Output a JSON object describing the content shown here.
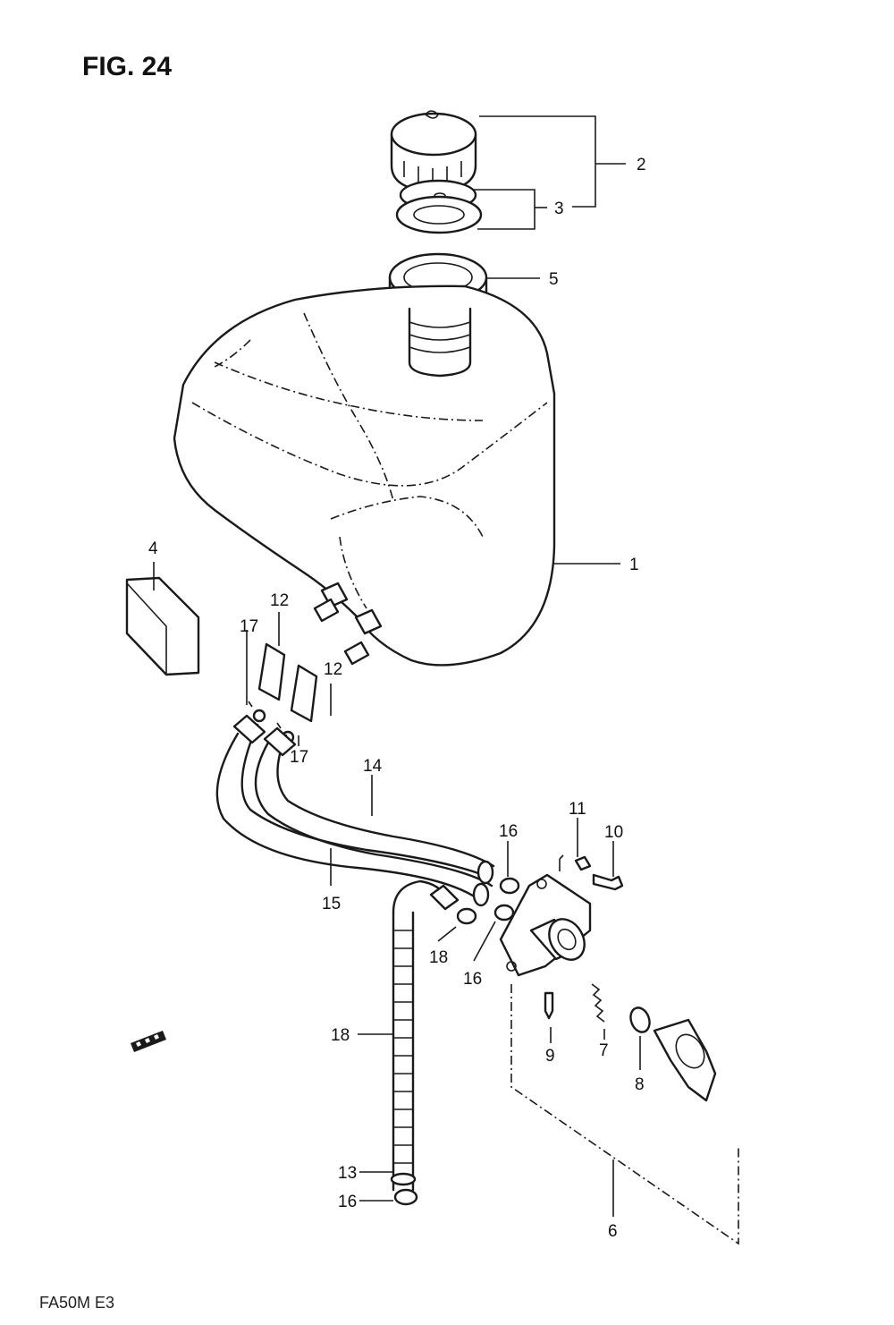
{
  "diagram": {
    "title": "FIG. 24",
    "footer_code": "FA50M E3",
    "line_color": "#1a1a1a",
    "background": "#ffffff",
    "callouts": [
      "2",
      "3",
      "5",
      "1",
      "4",
      "12",
      "17",
      "12",
      "17",
      "14",
      "15",
      "16",
      "11",
      "10",
      "18",
      "16",
      "9",
      "7",
      "8",
      "18",
      "13",
      "16",
      "6"
    ]
  }
}
